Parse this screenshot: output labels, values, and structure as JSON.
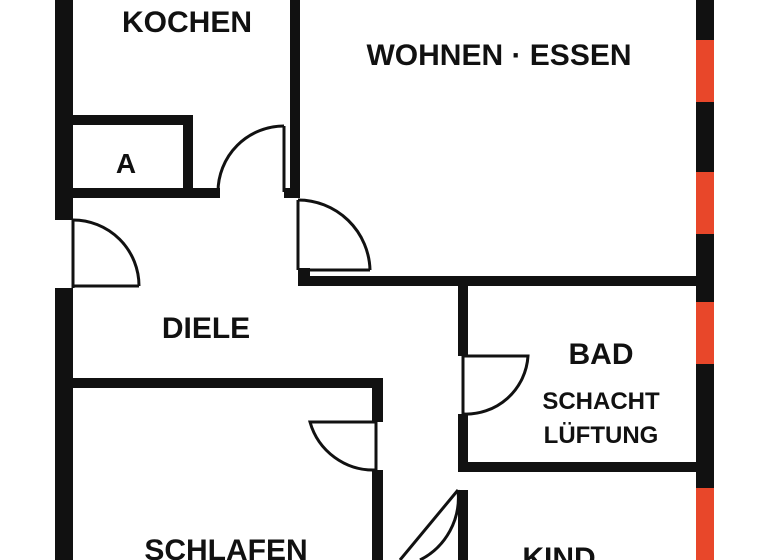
{
  "colors": {
    "wall": "#111111",
    "window": "#e8472a",
    "background": "#ffffff"
  },
  "rooms": {
    "kochen": "KOCHEN",
    "wohnen_essen": "WOHNEN · ESSEN",
    "abstell": "A",
    "diele": "DIELE",
    "bad": "BAD",
    "bad_note_line1": "SCHACHT",
    "bad_note_line2": "LÜFTUNG",
    "schlafen": "SCHLAFEN",
    "kind": "KIND"
  }
}
